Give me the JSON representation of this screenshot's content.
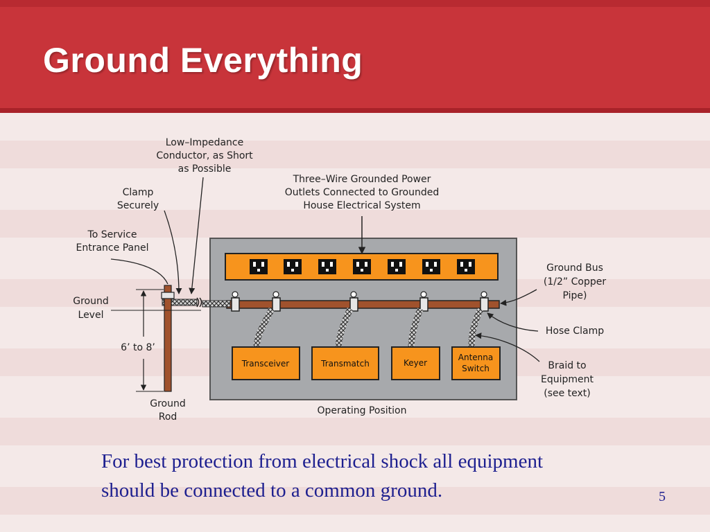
{
  "slide": {
    "title": "Ground Everything",
    "caption_line1": "For best protection from electrical shock all equipment",
    "caption_line2": "should be connected to a common ground.",
    "page_number": "5"
  },
  "diagram": {
    "label_conductor": [
      "Low–Impedance",
      "Conductor, as Short",
      "as Possible"
    ],
    "label_outlets": [
      "Three–Wire Grounded Power",
      "Outlets Connected to Grounded",
      "House Electrical System"
    ],
    "label_clamp": [
      "Clamp",
      "Securely"
    ],
    "label_service": [
      "To Service",
      "Entrance Panel"
    ],
    "label_ground_level": [
      "Ground",
      "Level"
    ],
    "label_distance": "6’ to 8’",
    "label_ground_rod": [
      "Ground",
      "Rod"
    ],
    "label_ground_bus": [
      "Ground Bus",
      "(1/2” Copper",
      "Pipe)"
    ],
    "label_hose_clamp": "Hose Clamp",
    "label_braid": [
      "Braid to",
      "Equipment",
      "(see text)"
    ],
    "label_operating": "Operating Position",
    "equipment": [
      "Transceiver",
      "Transmatch",
      "Keyer",
      "Antenna Switch"
    ],
    "equipment_antenna_lines": [
      "Antenna",
      "Switch"
    ],
    "outlet_count": 7
  },
  "colors": {
    "header_red": "#c8343a",
    "equipment_orange": "#f7941d",
    "copper": "#a0522d",
    "panel_gray": "#a7a9ac",
    "caption_blue": "#1d1f8f"
  }
}
